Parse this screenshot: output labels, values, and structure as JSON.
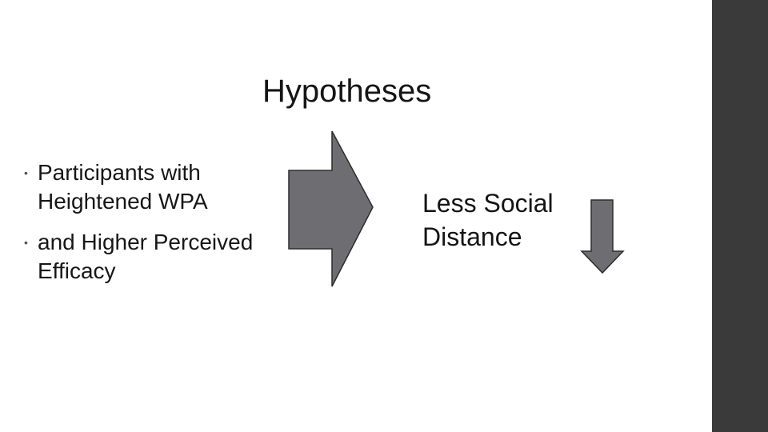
{
  "slide": {
    "title": "Hypotheses",
    "bullets": [
      {
        "marker": "•",
        "text": "Participants with Heightened WPA"
      },
      {
        "marker": "•",
        "text": "and Higher Perceived Efficacy"
      }
    ],
    "outcome": {
      "line1": "Less Social",
      "line2": "Distance"
    },
    "icons": {
      "main": "right-arrow-icon",
      "result": "down-arrow-icon"
    },
    "colors": {
      "background": "#ffffff",
      "right_band": "#3a3a3b",
      "arrow_fill": "#6e6d72",
      "arrow_stroke": "#2d2d2f",
      "text": "#151515"
    }
  }
}
